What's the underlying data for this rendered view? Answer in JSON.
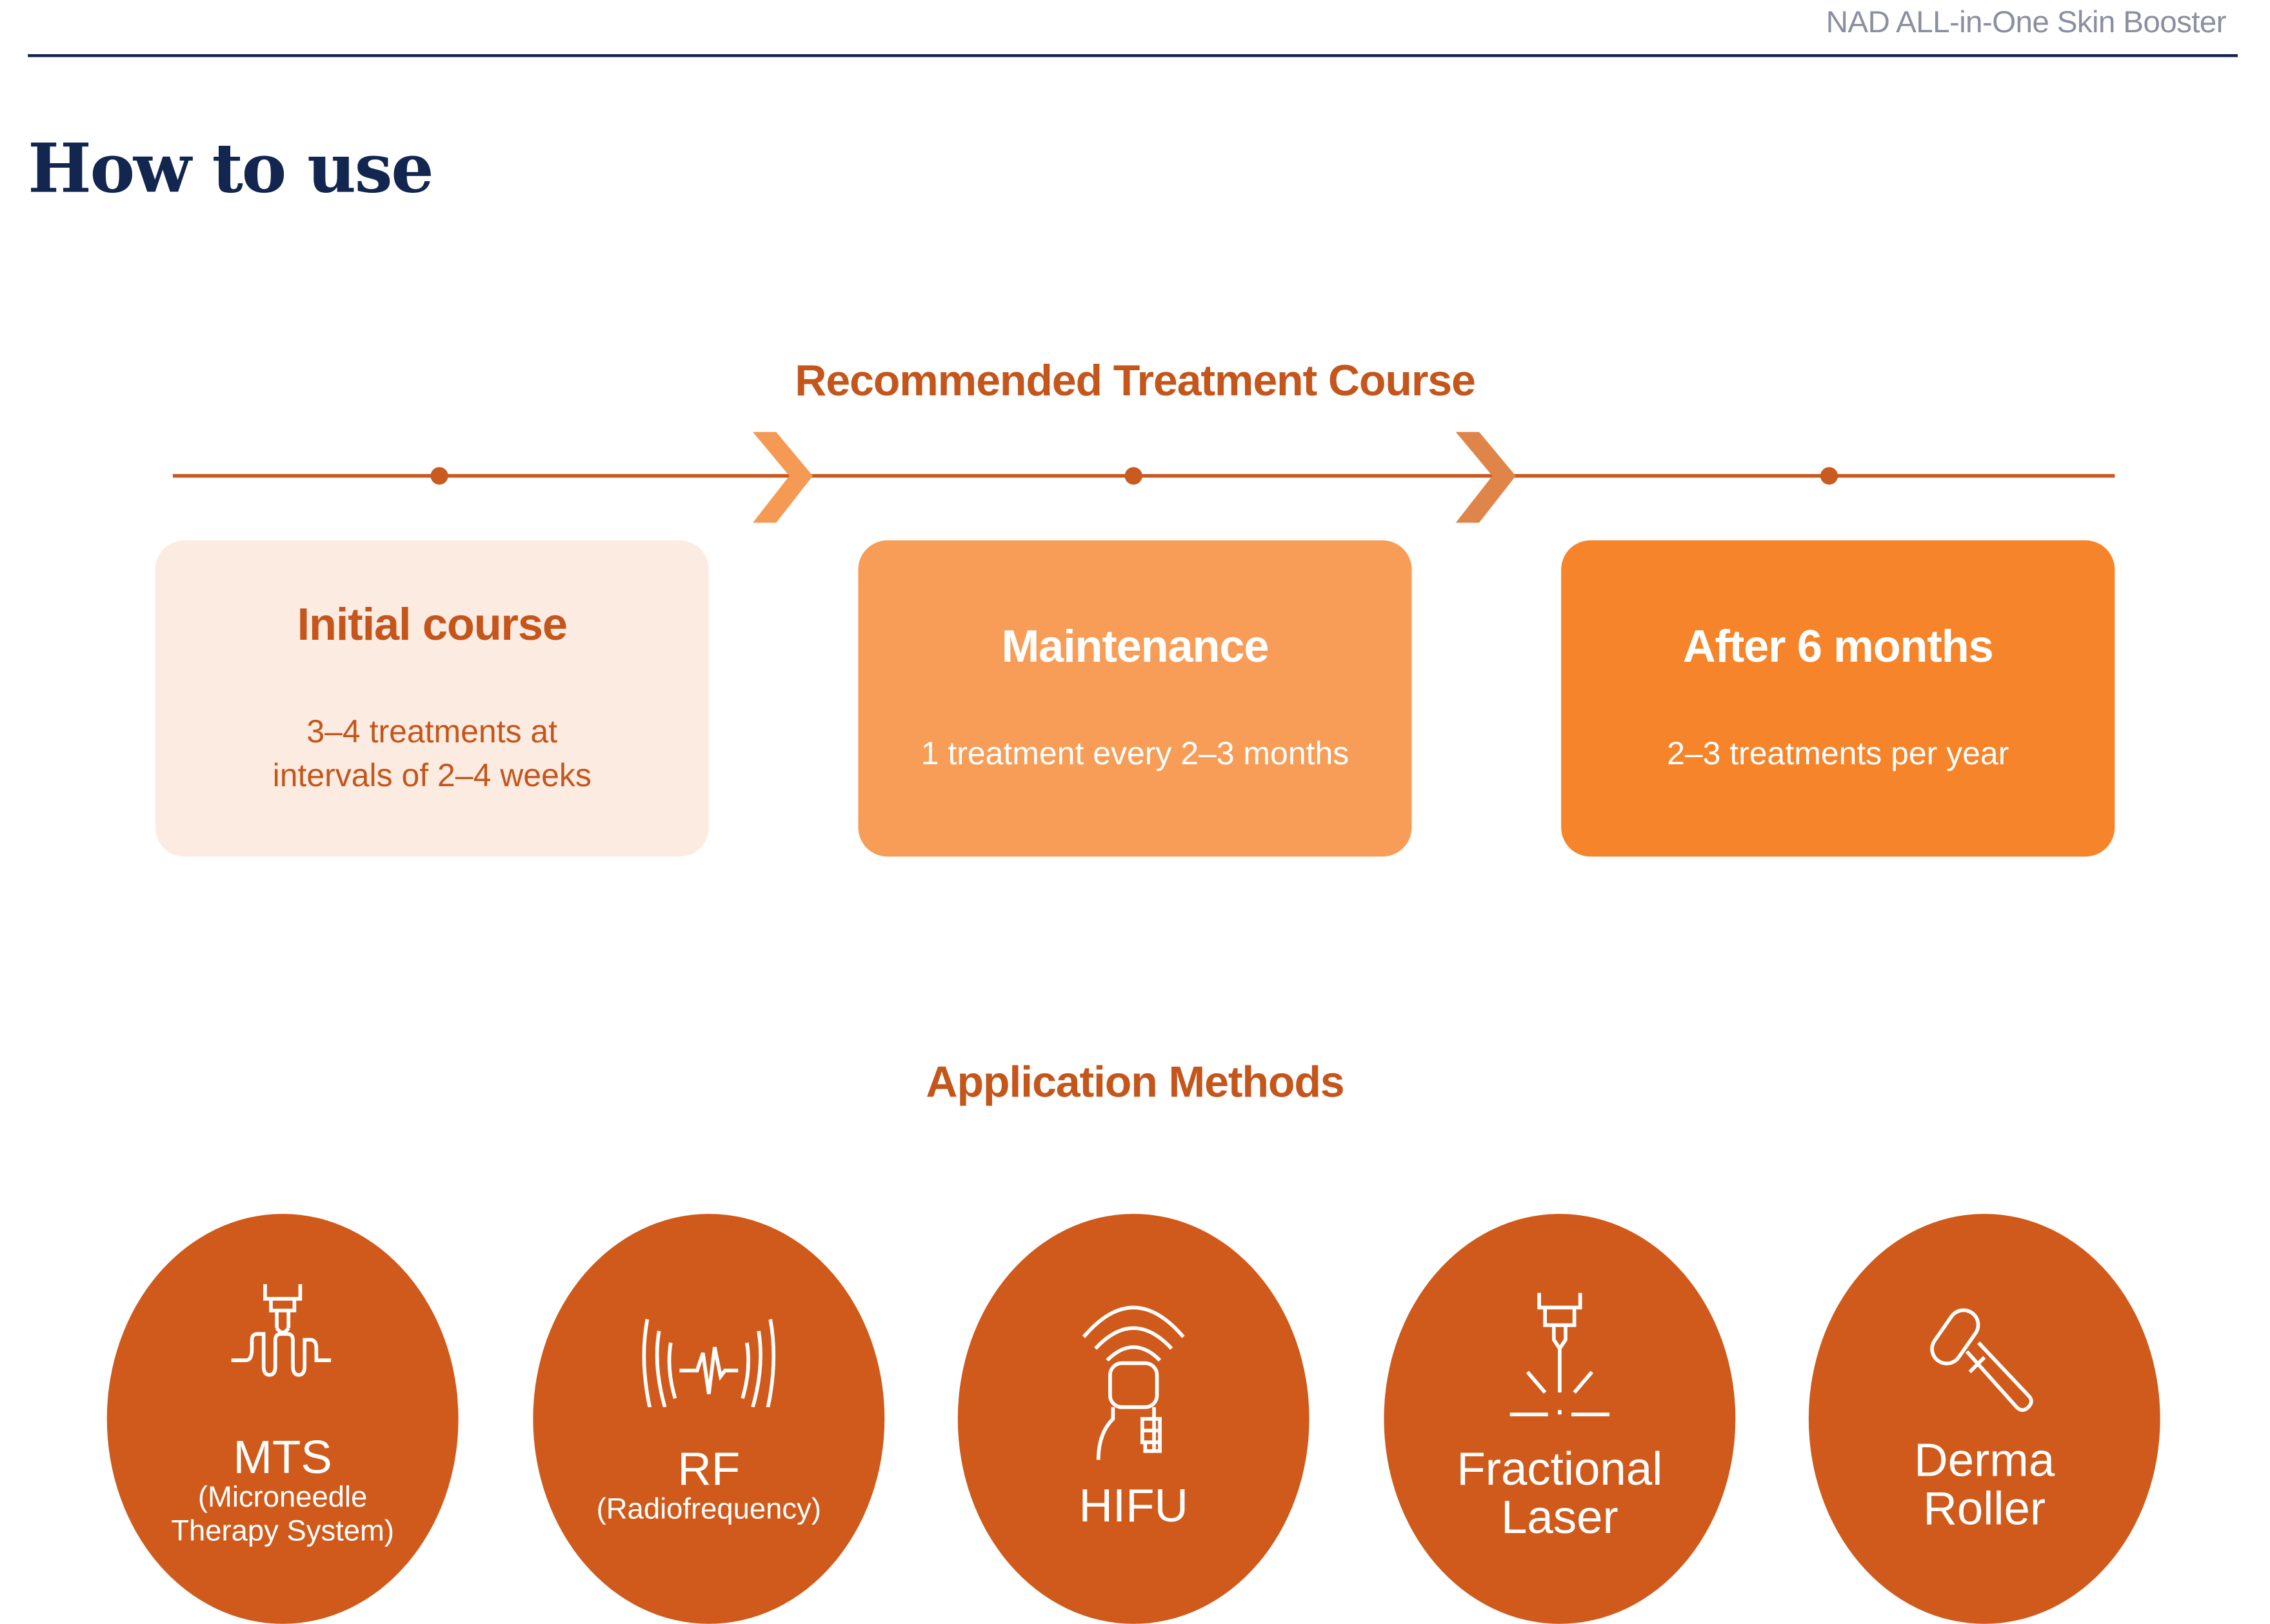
{
  "header": {
    "brand": "NAD ALL-in-One Skin Booster",
    "title": "How to use"
  },
  "course": {
    "heading": "Recommended Treatment Course",
    "colors": {
      "line": "#c95a20",
      "chevron1": "#f59a55",
      "chevron2": "#e0854a"
    },
    "steps": [
      {
        "title": "Initial course",
        "line1": "3–4 treatments at",
        "line2": "intervals of 2–4 weeks",
        "bg": "#fcebe1",
        "fg": "#c4561c"
      },
      {
        "title": "Maintenance",
        "line1": "1 treatment every 2–3 months",
        "line2": "",
        "bg": "#f79d57",
        "fg": "#ffffff"
      },
      {
        "title": "After 6 months",
        "line1": "2–3 treatments per year",
        "line2": "",
        "bg": "#f5842a",
        "fg": "#ffffff"
      }
    ]
  },
  "methods": {
    "heading": "Application Methods",
    "color": "#d05a1b",
    "items": [
      {
        "label": "MTS",
        "sub1": "(Microneedle",
        "sub2": "Therapy System)",
        "icon": "microneedle-icon"
      },
      {
        "label": "RF",
        "sub1": "(Radiofrequency)",
        "sub2": "",
        "icon": "radiofrequency-icon"
      },
      {
        "label": "HIFU",
        "sub1": "",
        "sub2": "",
        "icon": "ultrasound-handpiece-icon"
      },
      {
        "label": "Fractional",
        "label2": "Laser",
        "icon": "laser-icon"
      },
      {
        "label": "Derma",
        "label2": "Roller",
        "icon": "roller-icon"
      }
    ]
  }
}
